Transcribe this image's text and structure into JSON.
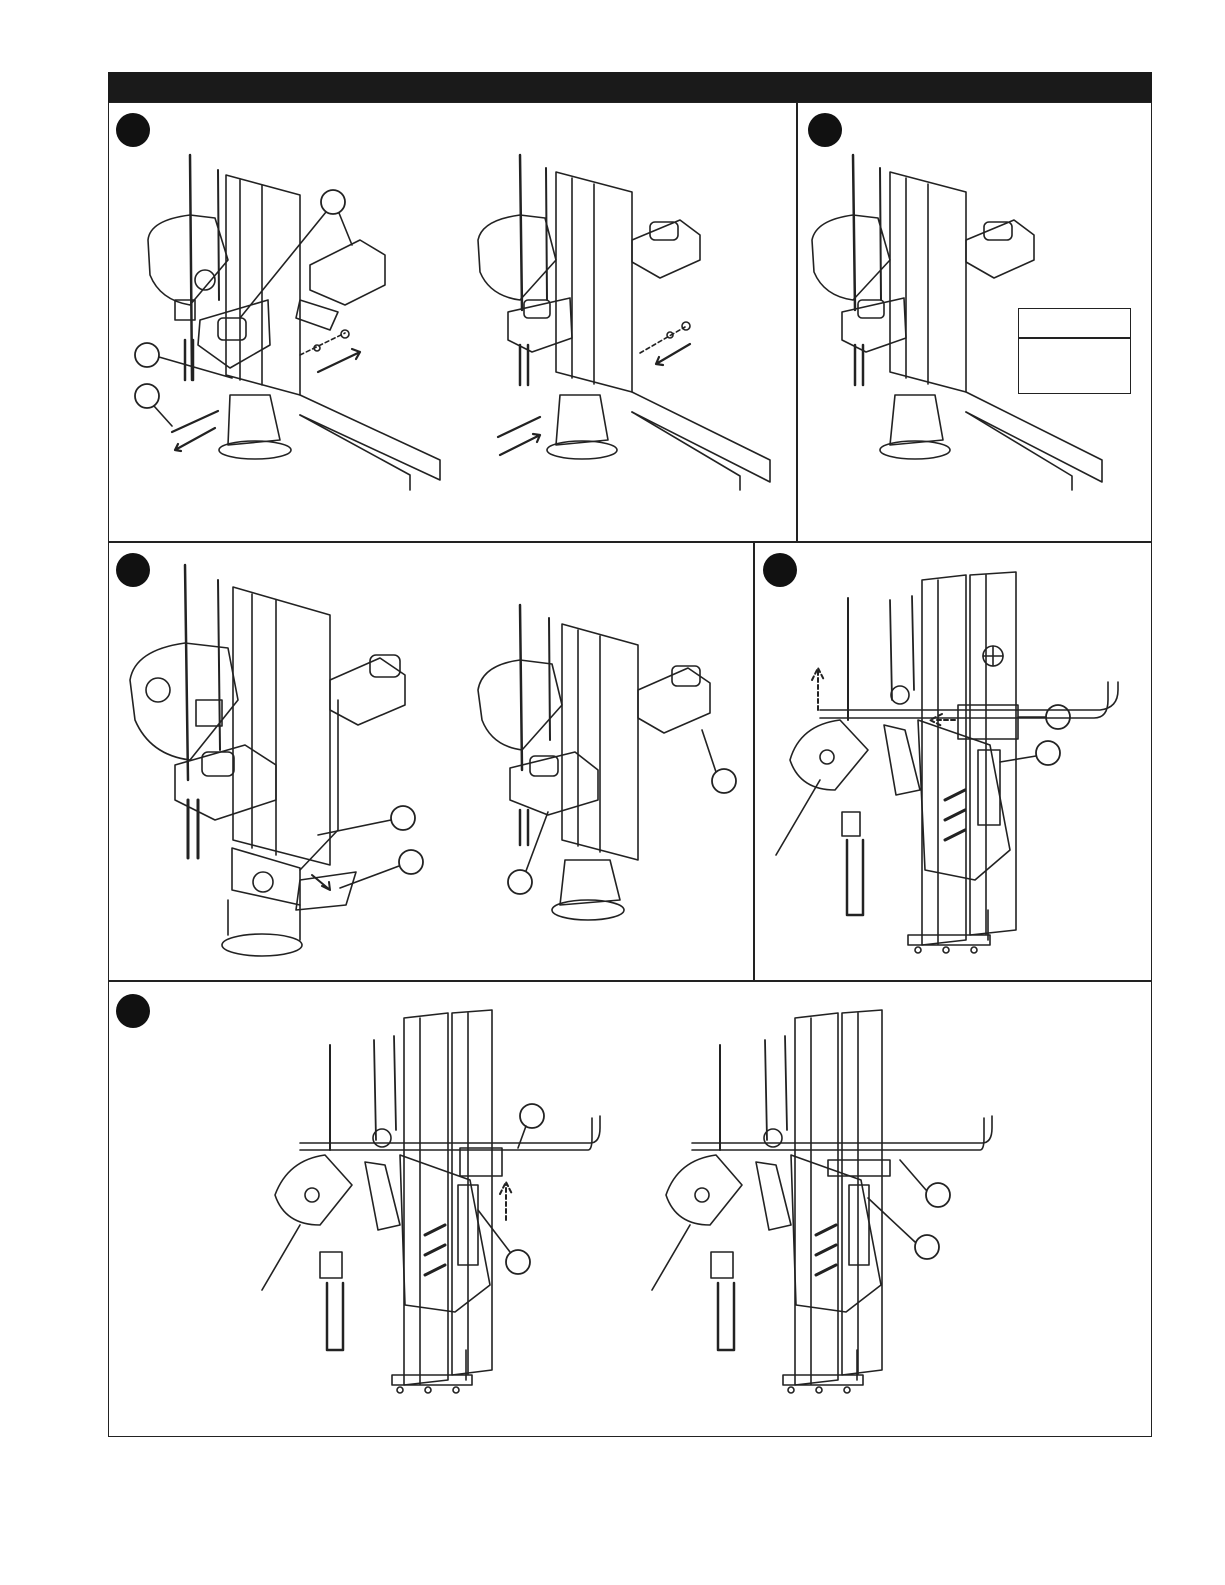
{
  "page": {
    "header": "",
    "colors": {
      "ink": "#111111",
      "line": "#222222",
      "paper": "#ffffff"
    }
  },
  "steps": [
    {
      "id": "step-1",
      "label": ""
    },
    {
      "id": "step-2",
      "label": ""
    },
    {
      "id": "step-3",
      "label": ""
    },
    {
      "id": "step-4",
      "label": ""
    },
    {
      "id": "step-5",
      "label": ""
    }
  ],
  "callouts": {
    "step1": [
      "",
      "",
      ""
    ],
    "step3": [
      "",
      "",
      ""
    ],
    "step4": [
      "",
      ""
    ],
    "step5": [
      "",
      "",
      "",
      ""
    ]
  },
  "label_box": {
    "line1": "",
    "line2": ""
  }
}
